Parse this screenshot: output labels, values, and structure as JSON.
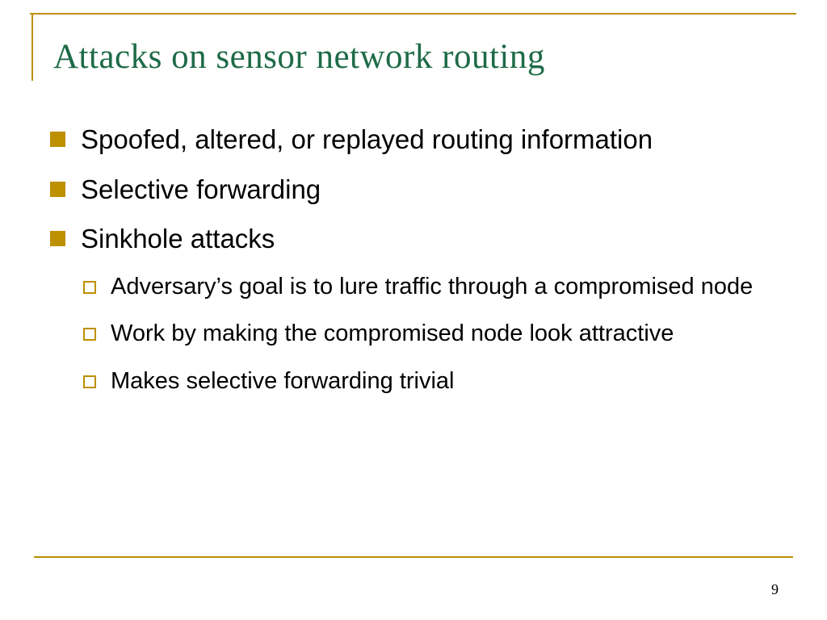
{
  "slide": {
    "title": "Attacks on sensor network routing",
    "page_number": "9",
    "colors": {
      "title_green": "#1E6B47",
      "accent_gold": "#BD9000",
      "body_text": "#000000",
      "background": "#FFFFFF"
    },
    "bullets": [
      {
        "level": 1,
        "text": "Spoofed, altered, or replayed routing information"
      },
      {
        "level": 1,
        "text": "Selective forwarding"
      },
      {
        "level": 1,
        "text": "Sinkhole attacks"
      },
      {
        "level": 2,
        "text": "Adversary’s goal is to lure traffic through a compromised node"
      },
      {
        "level": 2,
        "text": "Work by making the compromised node look attractive"
      },
      {
        "level": 2,
        "text": "Makes selective forwarding trivial"
      }
    ]
  }
}
